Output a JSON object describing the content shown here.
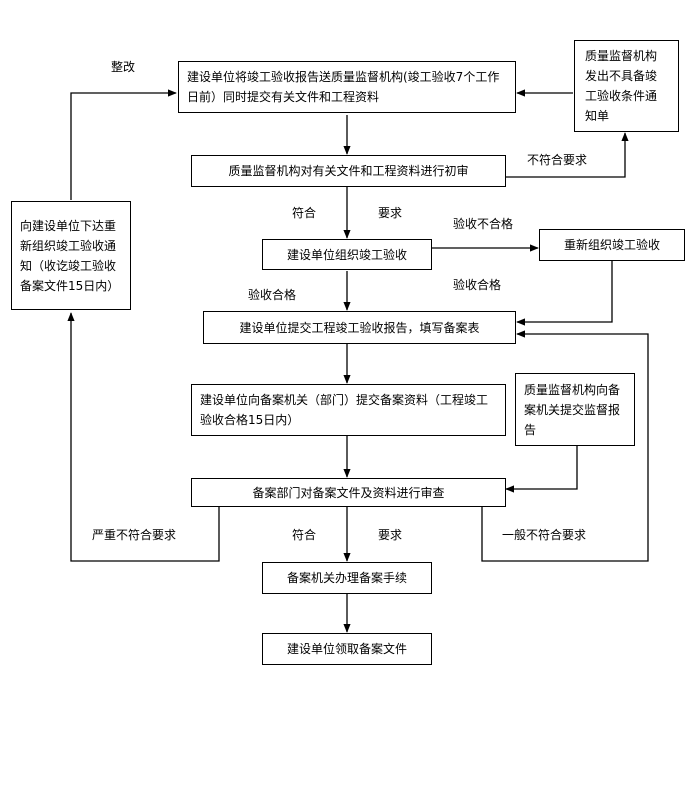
{
  "boxes": {
    "submit_report": "建设单位将竣工验收报告送质量监督机构(竣工验收7个工作日前）同时提交有关文件和工程资料",
    "notice_not_ready": "质量监督机构发出不具备竣工验收条件通知单",
    "initial_review": "质量监督机构对有关文件和工程资料进行初审",
    "reorganize_notice": "向建设单位下达重新组织竣工验收通知（收讫竣工验收备案文件15日内）",
    "organize_acceptance": "建设单位组织竣工验收",
    "reorganize_acceptance": "重新组织竣工验收",
    "submit_acceptance_report": "建设单位提交工程竣工验收报告，填写备案表",
    "submit_filing_materials": "建设单位向备案机关（部门）提交备案资料（工程竣工验收合格15日内）",
    "supervision_report": "质量监督机构向备案机关提交监督报告",
    "review_filing": "备案部门对备案文件及资料进行审查",
    "handle_filing": "备案机关办理备案手续",
    "receive_filing": "建设单位领取备案文件"
  },
  "labels": {
    "rectify": "整改",
    "not_meet": "不符合要求",
    "meet_1": "符合",
    "require_1": "要求",
    "accept_fail": "验收不合格",
    "accept_pass_left": "验收合格",
    "accept_pass_right": "验收合格",
    "serious_not_meet": "严重不符合要求",
    "meet_2": "符合",
    "require_2": "要求",
    "general_not_meet": "一般不符合要求"
  }
}
